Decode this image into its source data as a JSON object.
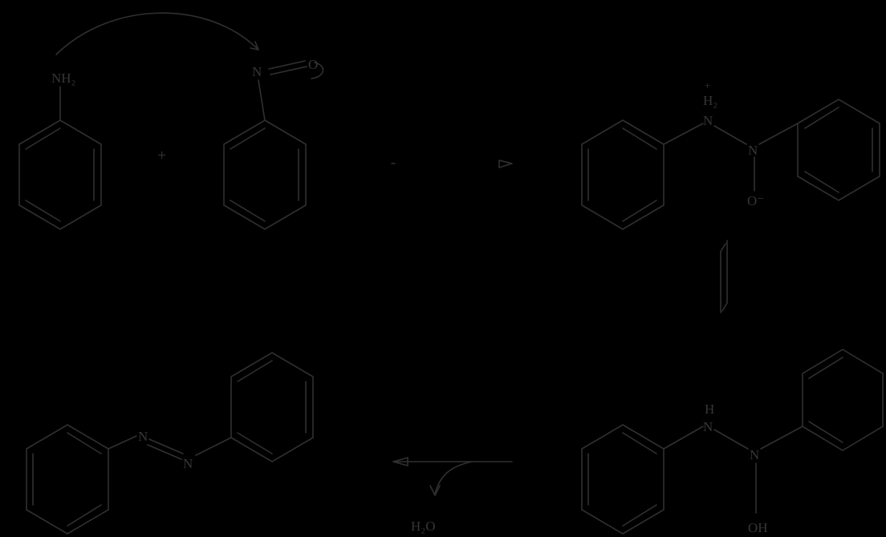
{
  "colors": {
    "background": "#000000",
    "ink": "#303030"
  },
  "labels": {
    "nh2_top": "NH₂",
    "n_nitroso": "N",
    "o_nitroso": "O",
    "plus_sign": "+",
    "nh2_int": "H₂",
    "nh2_int_n": "N",
    "plus_charge": "+",
    "n_int": "N",
    "o_minus": "O⁻",
    "nh_bottom": "H",
    "nh_bottom_n": "N",
    "n_bottom": "N",
    "oh_bottom": "OH",
    "azo_n1": "N",
    "azo_n2": "N",
    "water": "H₂O"
  }
}
